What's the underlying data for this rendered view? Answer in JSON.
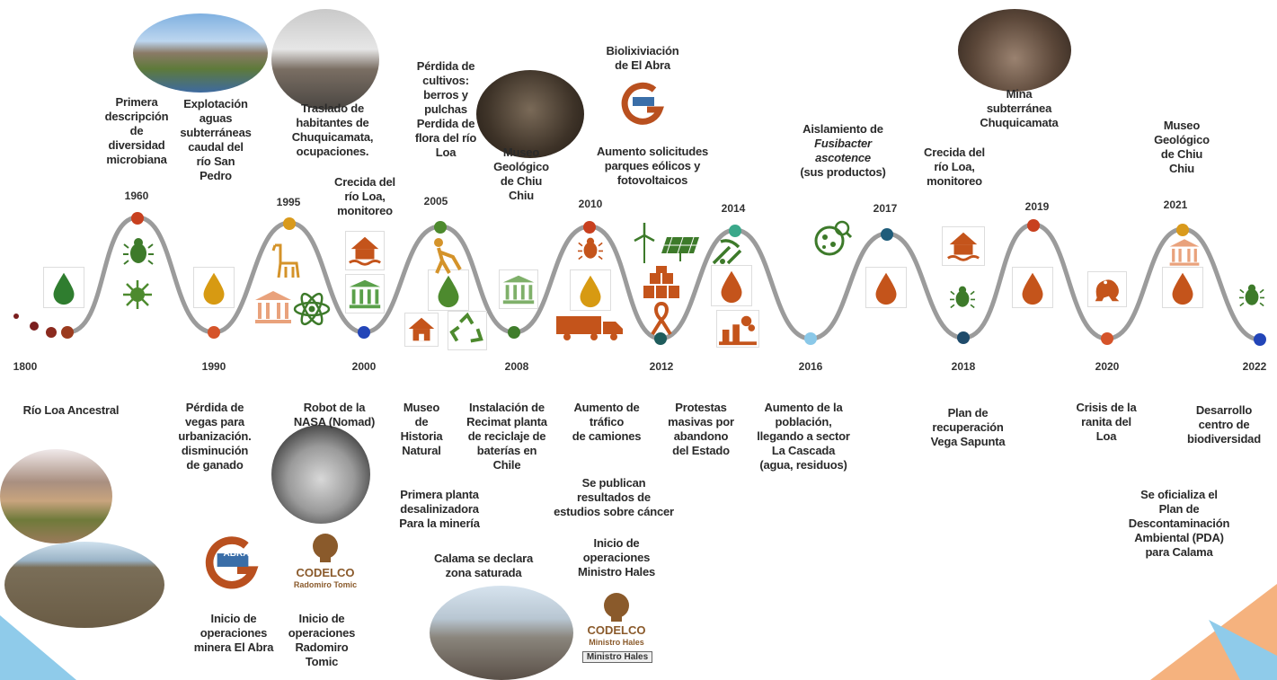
{
  "colors": {
    "line": "#9b9b9b",
    "water_green": "#2f7d2f",
    "water_gold": "#d79a12",
    "water_rust": "#c4541b",
    "icon_brown": "#b9501f",
    "icon_gold": "#d4932a",
    "bug_green": "#3d7a2a",
    "corner_blue": "#8fcbea",
    "corner_orange": "#f5b27e",
    "codelco_brown": "#8a5a2b"
  },
  "years": {
    "y1800": "1800",
    "y1960": "1960",
    "y1990": "1990",
    "y1995": "1995",
    "y2000": "2000",
    "y2005": "2005",
    "y2008": "2008",
    "y2010": "2010",
    "y2012": "2012",
    "y2014": "2014",
    "y2016": "2016",
    "y2017": "2017",
    "y2018": "2018",
    "y2019": "2019",
    "y2020": "2020",
    "y2021": "2021",
    "y2022": "2022"
  },
  "top_labels": {
    "primera_descripcion": "Primera\ndescripción\nde\ndiversidad\nmicrobiana",
    "explotacion": "Explotación\naguas\nsubterráneas\ncaudal del\nrío San\nPedro",
    "traslado": "Traslado de\nhabitantes de\nChuquicamata,\nocupaciones.",
    "crecida_2000": "Crecida del\nrío Loa,\nmonitoreo",
    "perdida_cultivos": "Pérdida de\ncultivos:\nberros y\npulchas\nPerdida de\nflora del río\nLoa",
    "museo_chiu_2008": "Museo\nGeológico\nde Chiu\nChiu",
    "biolixiviacion": "Biolixiviación\nde El Abra",
    "aumento_solicitudes": "Aumento solicitudes\nparques eólicos y\nfotovoltaicos",
    "aislamiento_a": "Aislamiento de",
    "aislamiento_b": "Fusibacter\nascotence",
    "aislamiento_c": "(sus productos)",
    "crecida_2018": "Crecida del\nrío Loa,\nmonitoreo",
    "mina_subterranea": "Mina\nsubterránea\nChuquicamata",
    "museo_chiu_2021": "Museo\nGeológico\nde Chiu\nChiu"
  },
  "bottom_labels": {
    "rio_loa": "Río Loa Ancestral",
    "perdida_vegas": "Pérdida de\nvegas para\nurbanización.\ndisminución\nde ganado",
    "robot_nasa": "Robot de la\nNASA (Nomad)",
    "museo_historia": "Museo\nde\nHistoria\nNatural",
    "instalacion_recimat": "Instalación de\nRecimat planta\nde reciclaje de\nbaterías en\nChile",
    "aumento_trafico": "Aumento de\ntráfico\nde camiones",
    "protestas": "Protestas\nmasivas por\nabandono\ndel Estado",
    "aumento_poblacion": "Aumento de la\npoblación,\nllegando a sector\nLa Cascada\n(agua, residuos)",
    "plan_recuperacion": "Plan de\nrecuperación\nVega Sapunta",
    "crisis_ranita": "Crisis de la\nranita del\nLoa",
    "desarrollo_centro": "Desarrollo\ncentro de\nbiodiversidad",
    "primera_desalinizadora": "Primera planta\ndesalinizadora\nPara la minería",
    "se_publican": "Se publican\nresultados de\nestudios sobre cáncer",
    "se_oficializa": "Se oficializa el\nPlan de\nDescontaminación\nAmbiental (PDA)\npara Calama",
    "calama_saturada": "Calama se declara\nzona saturada",
    "inicio_hales": "Inicio de\noperaciones\nMinistro Hales",
    "inicio_abra": "Inicio de\noperaciones\nminera El Abra",
    "inicio_tomic": "Inicio de\noperaciones\nRadomiro\nTomic"
  },
  "logos": {
    "abra_text": "ABRA",
    "codelco": "CODELCO",
    "codelco_tomic_sub": "Radomiro Tomic",
    "codelco_hales_sub": "Ministro Hales",
    "hales_plate": "Ministro Hales"
  },
  "icons": [
    "water-drop-icon",
    "bug-icon",
    "virus-icon",
    "llama-icon",
    "museum-icon",
    "atom-icon",
    "house-flood-icon",
    "farmer-icon",
    "house-icon",
    "recycle-icon",
    "truck-icon",
    "wind-turbine-icon",
    "solar-panel-icon",
    "batteries-icon",
    "awareness-ribbon-icon",
    "mining-tools-icon",
    "pollution-icon",
    "petri-dish-icon",
    "frog-icon"
  ]
}
